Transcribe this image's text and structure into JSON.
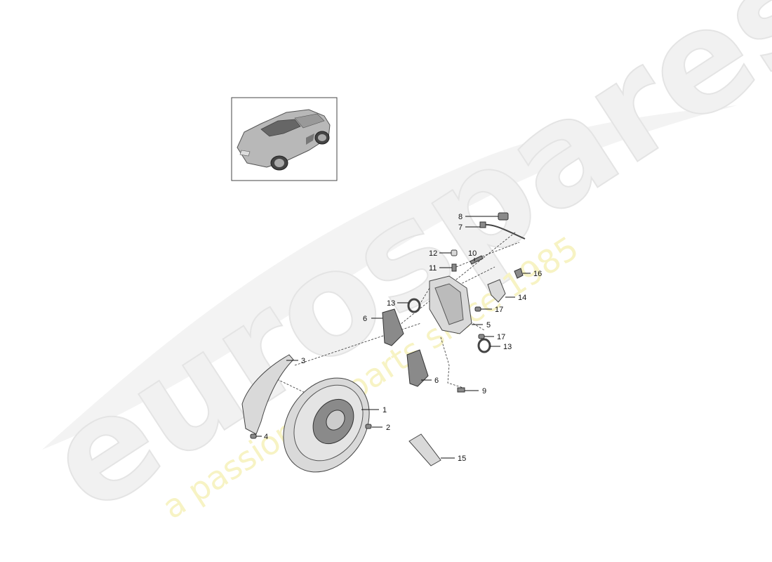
{
  "watermark": {
    "brand": "eurospares",
    "tagline": "a passion for parts since 1985"
  },
  "callouts": [
    {
      "id": "1",
      "label": "1"
    },
    {
      "id": "2",
      "label": "2"
    },
    {
      "id": "3",
      "label": "3"
    },
    {
      "id": "4",
      "label": "4"
    },
    {
      "id": "5",
      "label": "5"
    },
    {
      "id": "6a",
      "label": "6"
    },
    {
      "id": "6b",
      "label": "6"
    },
    {
      "id": "7",
      "label": "7"
    },
    {
      "id": "8",
      "label": "8"
    },
    {
      "id": "9",
      "label": "9"
    },
    {
      "id": "10",
      "label": "10"
    },
    {
      "id": "11",
      "label": "11"
    },
    {
      "id": "12",
      "label": "12"
    },
    {
      "id": "13a",
      "label": "13"
    },
    {
      "id": "13b",
      "label": "13"
    },
    {
      "id": "14",
      "label": "14"
    },
    {
      "id": "15",
      "label": "15"
    },
    {
      "id": "16",
      "label": "16"
    },
    {
      "id": "17a",
      "label": "17"
    },
    {
      "id": "17b",
      "label": "17"
    }
  ],
  "icons": {
    "car_thumbnail": "car-thumbnail-icon"
  }
}
